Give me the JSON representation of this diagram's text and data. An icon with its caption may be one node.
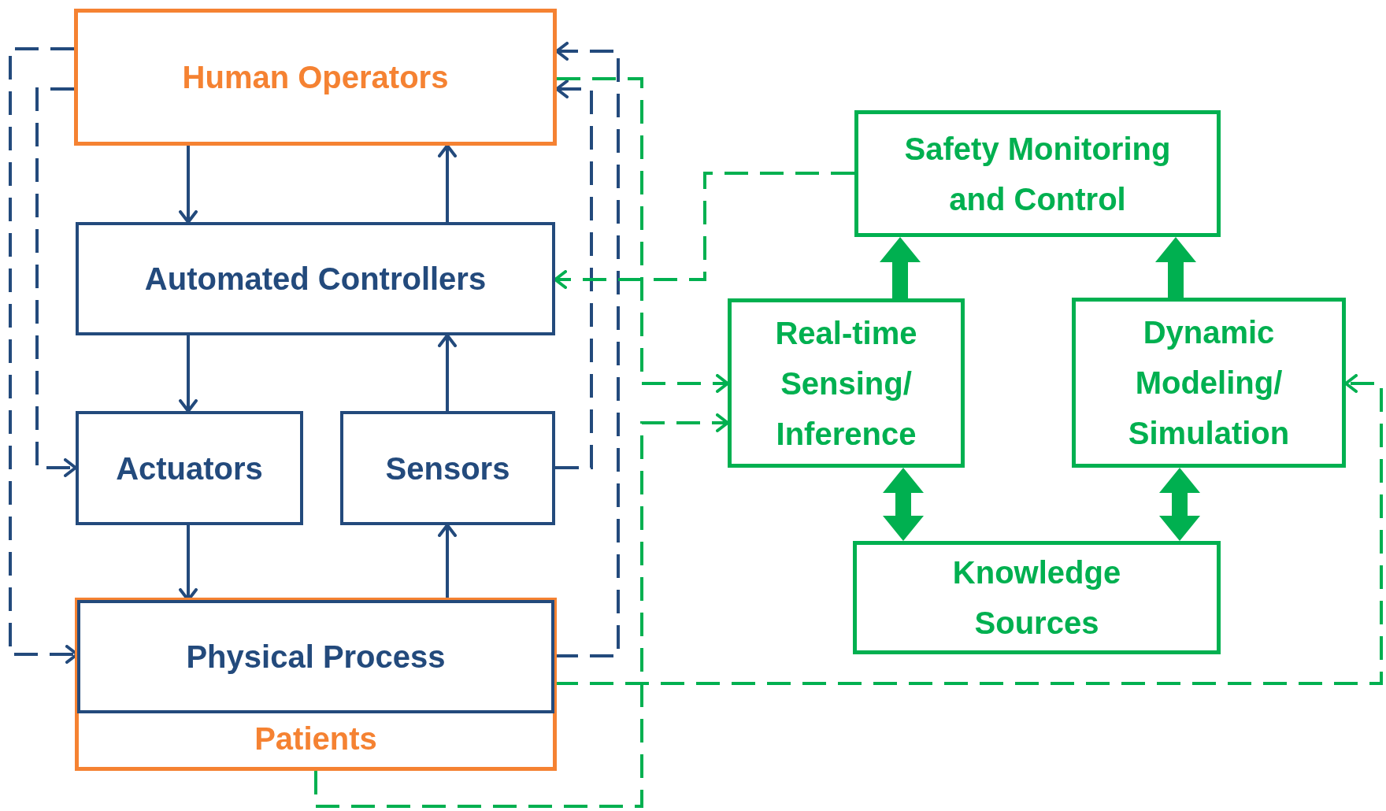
{
  "diagram": {
    "nodes": [
      {
        "text": [
          "Human Operators"
        ]
      },
      {
        "text": [
          "Automated Controllers"
        ]
      },
      {
        "text": [
          "Actuators"
        ]
      },
      {
        "text": [
          "Sensors"
        ]
      },
      {
        "text": [
          "Patients"
        ]
      },
      {
        "text": [
          "Physical Process"
        ],
        "in": 4
      },
      {
        "text": [
          "Safety Monitoring and Control"
        ]
      },
      {
        "text": [
          "Real-time Sensing/ Inference"
        ]
      },
      {
        "text": [
          "Dynamic Modeling/ Simulation"
        ]
      },
      {
        "text": [
          "Knowledge Sources"
        ]
      }
    ],
    "edges": [
      {
        "from": 0,
        "to": 1,
        "arrow": "to"
      },
      {
        "from": 1,
        "to": 0,
        "arrow": "to"
      },
      {
        "from": 1,
        "to": 2,
        "arrow": "to"
      },
      {
        "from": 3,
        "to": 1,
        "arrow": "to"
      },
      {
        "from": 2,
        "to": 5,
        "arrow": "to"
      },
      {
        "from": 5,
        "to": 3,
        "arrow": "to"
      },
      {
        "from": 0,
        "to": 5,
        "arrow": "to",
        "style": "dashed"
      },
      {
        "from": 0,
        "to": 2,
        "arrow": "to",
        "style": "dashed"
      },
      {
        "from": 3,
        "to": 0,
        "arrow": "to",
        "style": "dashed"
      },
      {
        "from": 5,
        "to": 0,
        "arrow": "to",
        "style": "dashed"
      },
      {
        "from": 6,
        "to": 1,
        "arrow": "to",
        "style": "dashed",
        "color": "#00b050"
      },
      {
        "from": 0,
        "to": 7,
        "arrow": "to",
        "style": "dashed",
        "color": "#00b050"
      },
      {
        "from": 4,
        "to": 7,
        "arrow": "to",
        "style": "dashed",
        "color": "#00b050"
      },
      {
        "from": 5,
        "to": 8,
        "arrow": "to",
        "style": "dashed",
        "color": "#00b050"
      },
      {
        "from": 7,
        "to": 6,
        "arrow": "to",
        "style": "thick",
        "color": "#00b050"
      },
      {
        "from": 8,
        "to": 6,
        "arrow": "to",
        "style": "thick",
        "color": "#00b050"
      },
      {
        "from": 7,
        "to": 9,
        "arrow": "both",
        "style": "thick",
        "color": "#00b050"
      },
      {
        "from": 8,
        "to": 9,
        "arrow": "both",
        "style": "thick",
        "color": "#00b050"
      }
    ]
  }
}
